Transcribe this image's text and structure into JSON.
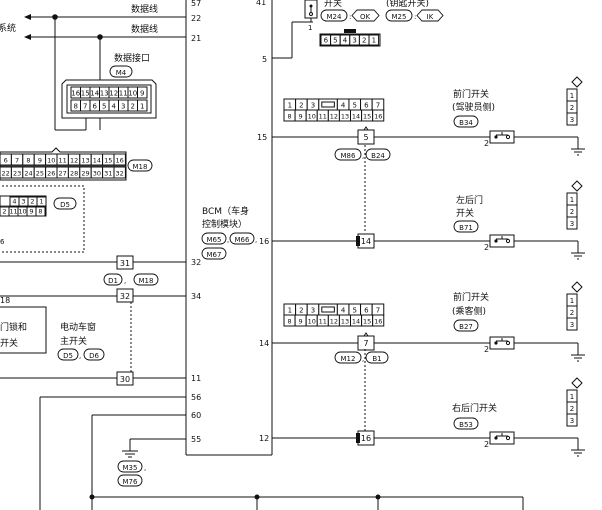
{
  "labels": {
    "data_line_1": "数据线",
    "data_line_2": "数据线",
    "sys_fragment": "系统",
    "data_port": "数据接口",
    "bcm_1": "BCM（车身",
    "bcm_2": "控制模块）",
    "front_door_driver_1": "前门开关",
    "front_door_driver_2": "(驾驶员侧)",
    "rear_left_1": "左后门",
    "rear_left_2": "开关",
    "front_door_pass_1": "前门开关",
    "front_door_pass_2": "(乘客侧)",
    "rear_right": "右后门开关",
    "power_window_1": "电动车窗",
    "power_window_2": "主开关",
    "door_lock_1": "门锁和",
    "door_lock_2": "开关",
    "key_switch_1": "开关",
    "key_switch_2": "(钥匙开关)"
  },
  "connectors": {
    "M4": "M4",
    "M18": "M18",
    "D5": "D5",
    "D1": "D1",
    "D6": "D6",
    "M24": "M24",
    "OK": "OK",
    "M25": "M25",
    "IK": "IK",
    "M65": "M65",
    "M66": "M66",
    "M67": "M67",
    "B34": "B34",
    "B71": "B71",
    "B27": "B27",
    "B53": "B53",
    "M86": "M86",
    "B24": "B24",
    "M12": "M12",
    "B1": "B1",
    "M35": "M35",
    "M76": "M76"
  },
  "bcm_pins": {
    "p57": "57",
    "p22": "22",
    "p21": "21",
    "p32": "32",
    "p34": "34",
    "p11": "11",
    "p56": "56",
    "p60": "60",
    "p55": "55",
    "p41": "41",
    "p5": "5",
    "p15": "15",
    "p16": "16",
    "p14": "14",
    "p12": "12"
  },
  "pins": {
    "n31": "31",
    "n32": "32",
    "n30": "30",
    "n5": "5",
    "n14": "14",
    "n7": "7",
    "n16": "16",
    "s1": "1",
    "s2": "2",
    "s3": "3",
    "sw2": "2",
    "sm18": "18",
    "s6": "6",
    "k1": "1"
  },
  "dlc_row1": [
    "16",
    "15",
    "14",
    "13",
    "12",
    "11",
    "10",
    "9"
  ],
  "dlc_row2": [
    "8",
    "7",
    "6",
    "5",
    "4",
    "3",
    "2",
    "1"
  ],
  "m18_row1": [
    "6",
    "7",
    "8",
    "9",
    "10",
    "11",
    "12",
    "13",
    "14",
    "15",
    "16"
  ],
  "m18_row2": [
    "22",
    "23",
    "24",
    "25",
    "26",
    "27",
    "28",
    "29",
    "30",
    "31",
    "32"
  ],
  "d5_row1": [
    "4",
    "3",
    "2",
    "1"
  ],
  "d5_row2": [
    "2",
    "11",
    "10",
    "9",
    "8"
  ],
  "cn16_row1": [
    "1",
    "2",
    "3",
    "",
    "4",
    "5",
    "6",
    "7"
  ],
  "cn16_row2": [
    "8",
    "9",
    "10",
    "11",
    "12",
    "13",
    "14",
    "15",
    "16"
  ],
  "key_conn": [
    "6",
    "5",
    "4",
    "3",
    "2",
    "1"
  ]
}
